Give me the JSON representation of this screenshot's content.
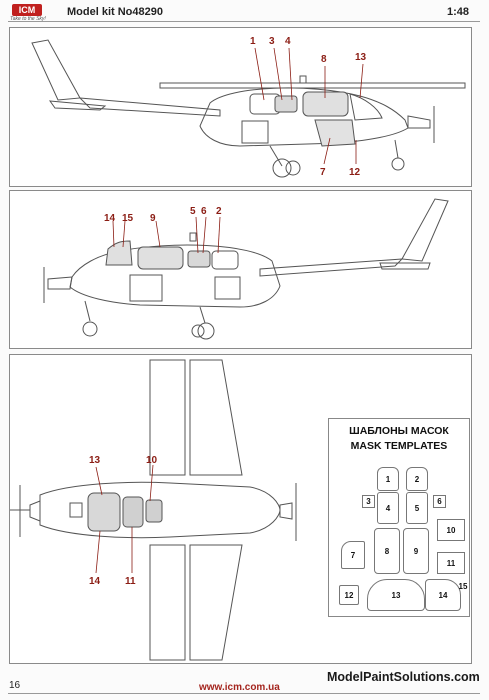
{
  "header": {
    "logo_text": "ICM",
    "logo_tagline": "Take to the Sky!",
    "kit_number": "Model kit No48290",
    "scale": "1:48"
  },
  "view1": {
    "callouts": [
      "1",
      "3",
      "4",
      "8",
      "13",
      "7",
      "12"
    ]
  },
  "view2": {
    "callouts": [
      "14",
      "15",
      "9",
      "5",
      "6",
      "2"
    ]
  },
  "view3": {
    "callouts": [
      "13",
      "10",
      "14",
      "11"
    ]
  },
  "mask_templates": {
    "title_ru": "ШАБЛОНЫ МАСОК",
    "title_en": "MASK TEMPLATES",
    "items": [
      "1",
      "2",
      "3",
      "4",
      "5",
      "6",
      "7",
      "8",
      "9",
      "10",
      "11",
      "12",
      "13",
      "14",
      "15"
    ]
  },
  "footer": {
    "page_number": "16",
    "website": "www.icm.com.ua",
    "watermark": "ModelPaintSolutions.com"
  },
  "colors": {
    "callout": "#8b1d14",
    "brand": "#c0201e",
    "line": "#555555"
  }
}
